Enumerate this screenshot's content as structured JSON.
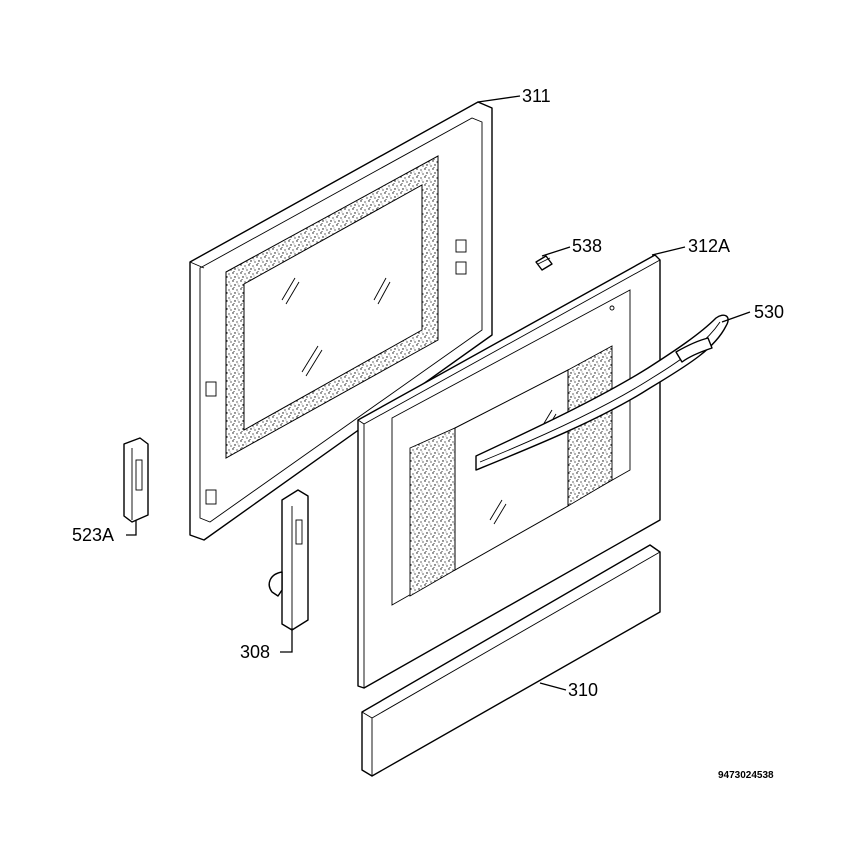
{
  "labels": {
    "p311": "311",
    "p538": "538",
    "p312a": "312A",
    "p530": "530",
    "p523a": "523A",
    "p308": "308",
    "p310": "310"
  },
  "drawing_code": "9473024538",
  "colors": {
    "ink": "#000000",
    "paper": "#ffffff"
  }
}
